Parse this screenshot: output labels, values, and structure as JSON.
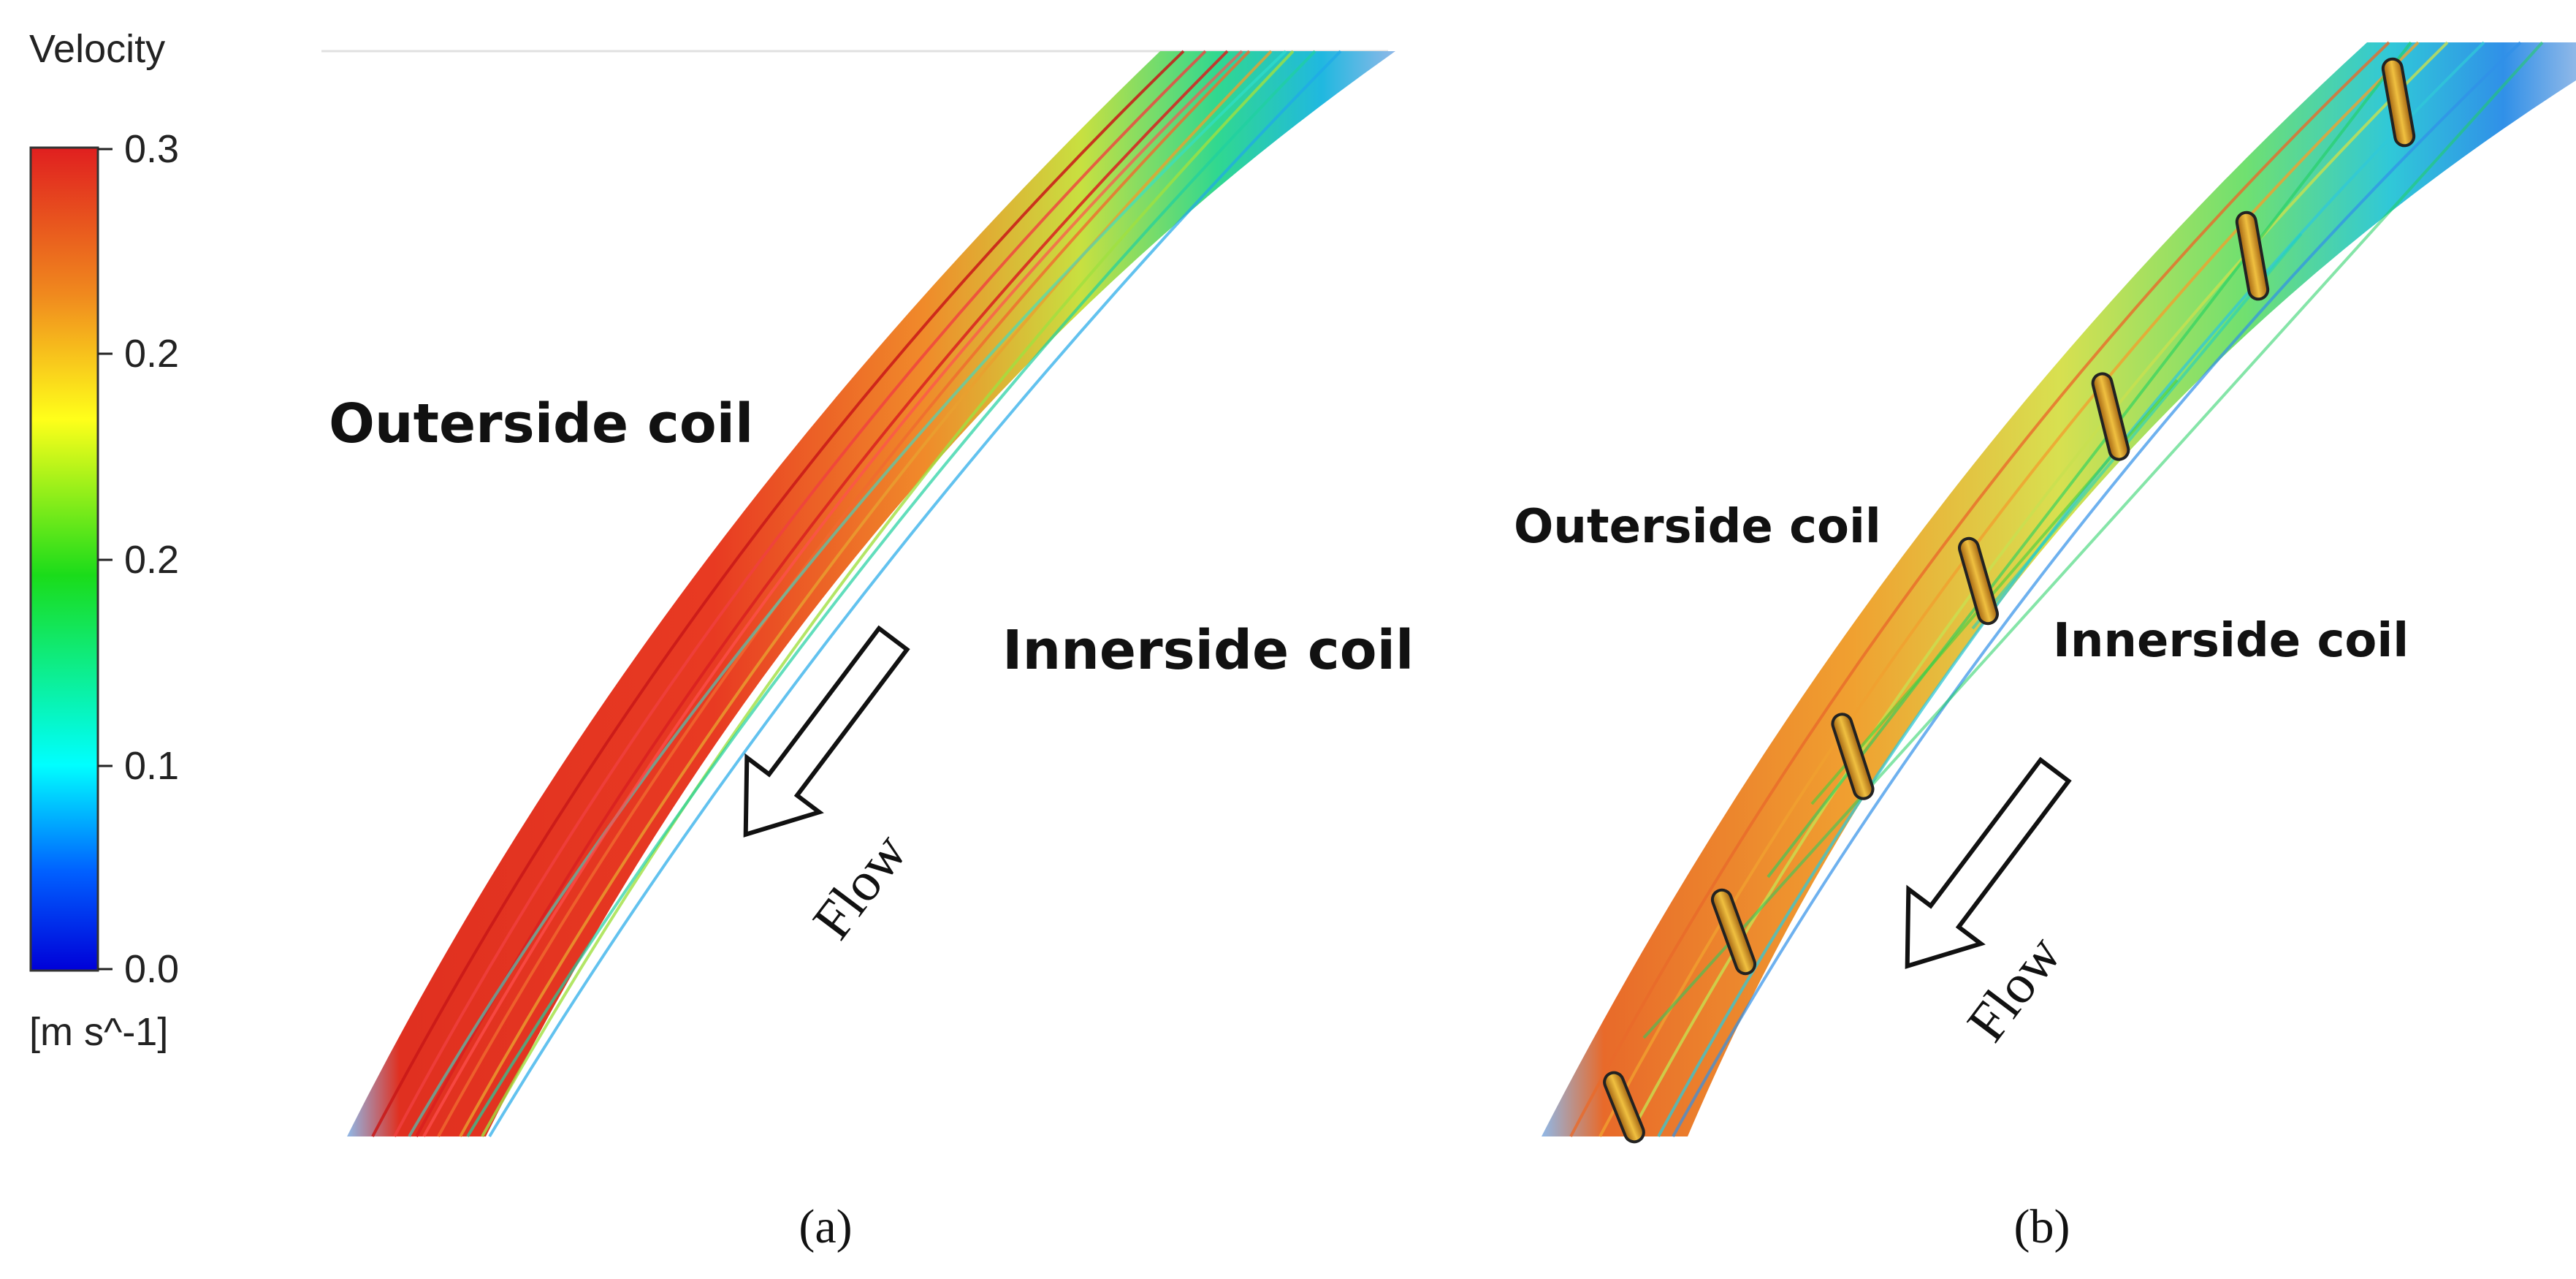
{
  "legend": {
    "title": "Velocity",
    "unit": "[m s^-1]",
    "ticks": [
      "0.3",
      "0.2",
      "0.2",
      "0.1",
      "0.0"
    ],
    "colors": [
      "#e01f1f",
      "#f08a1e",
      "#ffff1a",
      "#1adc1a",
      "#00ffff",
      "#0060ff",
      "#0000d8"
    ]
  },
  "panel_a": {
    "outer_label": "Outerside coil",
    "inner_label": "Innerside coil",
    "flow_label": "Flow",
    "caption": "(a)"
  },
  "panel_b": {
    "outer_label": "Outerside coil",
    "inner_label": "Innerside coil",
    "flow_label": "Flow",
    "caption": "(b)"
  }
}
